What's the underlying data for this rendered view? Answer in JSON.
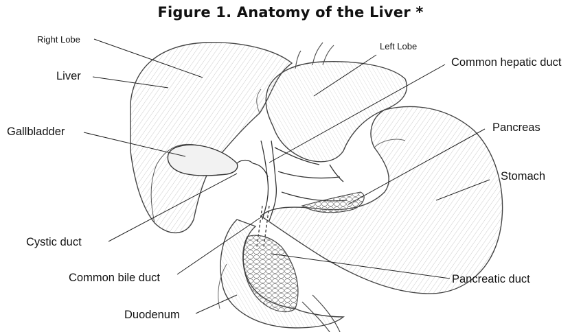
{
  "figure": {
    "title": "Figure 1.  Anatomy of the Liver *",
    "labels": {
      "right_lobe": "Right Lobe",
      "left_lobe": "Left Lobe",
      "liver": "Liver",
      "common_hepatic_duct": "Common hepatic duct",
      "gallbladder": "Gallbladder",
      "pancreas": "Pancreas",
      "stomach": "Stomach",
      "cystic_duct": "Cystic duct",
      "common_bile_duct": "Common bile duct",
      "pancreatic_duct": "Pancreatic duct",
      "duodenum": "Duodenum"
    }
  }
}
